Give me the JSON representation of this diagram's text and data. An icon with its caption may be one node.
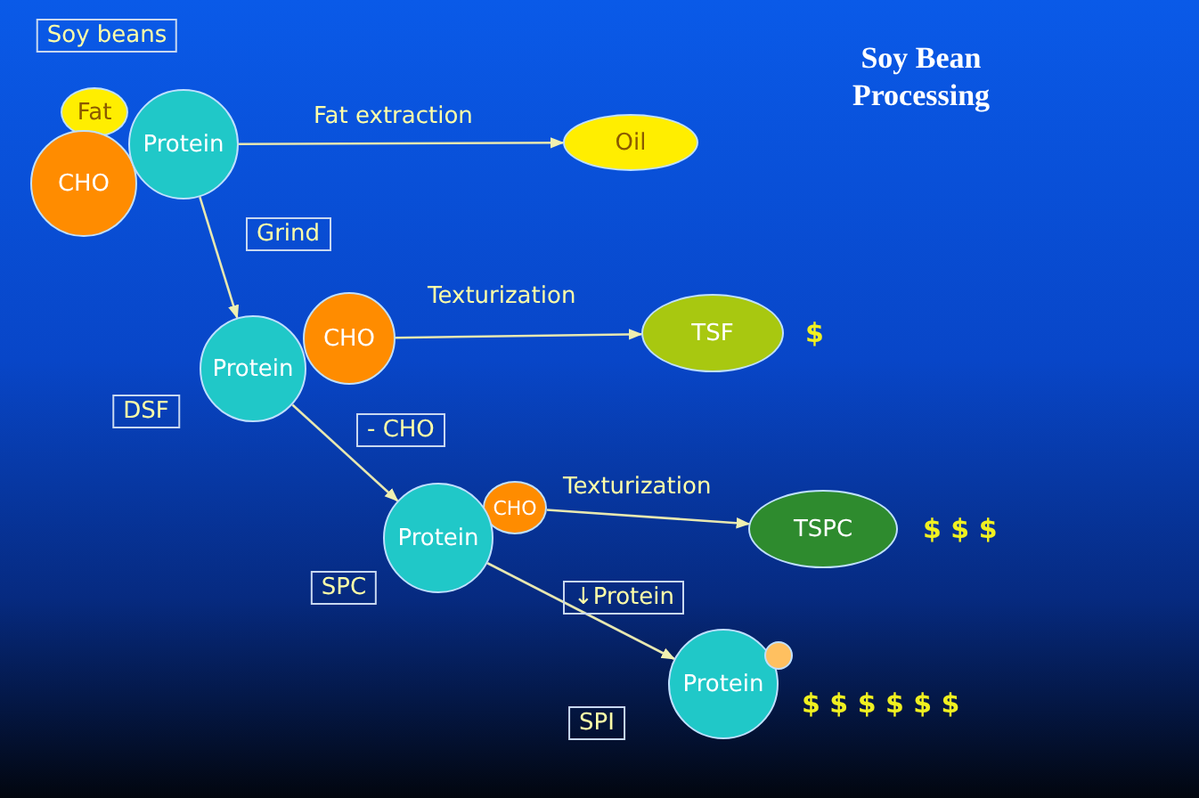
{
  "diagram": {
    "title": "Soy Bean Processing",
    "nodes": [
      {
        "text": [
          "Fat"
        ]
      },
      {
        "text": [
          "CHO"
        ]
      },
      {
        "text": [
          "Protein"
        ]
      },
      {
        "text": [
          "Oil"
        ]
      },
      {
        "text": [
          "CHO"
        ]
      },
      {
        "text": [
          "Protein"
        ]
      },
      {
        "text": [
          "TSF"
        ],
        "beside": [
          "$"
        ]
      },
      {
        "text": [
          "CHO"
        ]
      },
      {
        "text": [
          "Protein"
        ]
      },
      {
        "text": [
          "TSPC"
        ],
        "beside": [
          "$ $ $"
        ]
      },
      {
        "text": [
          "Protein"
        ],
        "beside": [
          "$ $ $ $ $ $"
        ]
      },
      {
        "text": [],
        "shape": "circle"
      },
      {
        "text": [
          "Soy beans"
        ]
      },
      {
        "text": [
          "DSF"
        ]
      },
      {
        "text": [
          "SPC"
        ]
      },
      {
        "text": [
          "SPI"
        ]
      }
    ],
    "edges": [
      {
        "from": 2,
        "to": 3,
        "arrow": "to",
        "label": "Fat extraction"
      },
      {
        "from": 2,
        "to": 5,
        "arrow": "to",
        "label": "Grind"
      },
      {
        "from": 4,
        "to": 6,
        "arrow": "to",
        "label": "Texturization"
      },
      {
        "from": 5,
        "to": 8,
        "arrow": "to",
        "label": "- CHO"
      },
      {
        "from": 7,
        "to": 9,
        "arrow": "to",
        "label": "Texturization"
      },
      {
        "from": 8,
        "to": 10,
        "arrow": "to",
        "label": "↓Protein"
      }
    ]
  }
}
